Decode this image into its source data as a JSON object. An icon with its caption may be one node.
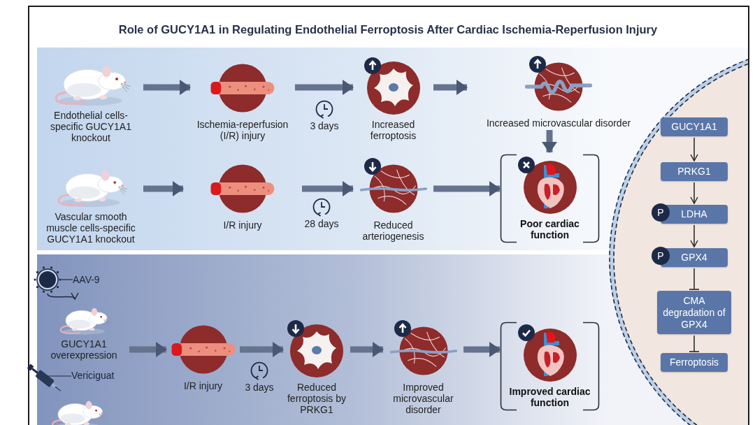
{
  "diagram": {
    "title": "Role of GUCY1A1 in Regulating Endothelial Ferroptosis After Cardiac Ischemia-Reperfusion Injury",
    "nodes": [
      {
        "text": [
          "Endothelial cells-specific GUCY1A1 knockout"
        ]
      },
      {
        "text": [
          "Ischemia-reperfusion (I/R) injury"
        ]
      },
      {
        "text": [
          "Increased ferroptosis"
        ]
      },
      {
        "text": [
          "Increased microvascular disorder"
        ]
      },
      {
        "text": [
          "Vascular smooth muscle cells-specific GUCY1A1 knockout"
        ]
      },
      {
        "text": [
          "I/R injury"
        ]
      },
      {
        "text": [
          "Reduced arteriogenesis"
        ]
      },
      {
        "text": [
          "Poor cardiac function"
        ]
      },
      {
        "text": [
          "AAV-9"
        ]
      },
      {
        "text": [
          "GUCY1A1 overexpression"
        ]
      },
      {
        "text": [
          "Vericiguat"
        ]
      },
      {
        "text": [
          "I/R injury"
        ]
      },
      {
        "text": [
          "Reduced ferroptosis by PRKG1"
        ]
      },
      {
        "text": [
          "Improved microvascular disorder"
        ]
      },
      {
        "text": [
          "Improved cardiac function"
        ]
      },
      {
        "text": [
          "GUCY1A1"
        ]
      },
      {
        "text": [
          "PRKG1"
        ]
      },
      {
        "text": [
          "LDHA"
        ]
      },
      {
        "text": [
          "GPX4"
        ]
      },
      {
        "text": [
          "CMA degradation of GPX4"
        ]
      },
      {
        "text": [
          "Ferroptosis"
        ]
      }
    ],
    "edges": [
      {
        "from": 0,
        "to": 1,
        "arrow": "to"
      },
      {
        "from": 1,
        "to": 2,
        "arrow": "to"
      },
      {
        "from": 2,
        "to": 3,
        "arrow": "to"
      },
      {
        "from": 3,
        "to": 7,
        "arrow": "to"
      },
      {
        "from": 4,
        "to": 5,
        "arrow": "to"
      },
      {
        "from": 5,
        "to": 6,
        "arrow": "to"
      },
      {
        "from": 6,
        "to": 7,
        "arrow": "to"
      },
      {
        "from": 8,
        "to": 9,
        "arrow": "to",
        "color": "#1d2a47"
      },
      {
        "from": 9,
        "to": 11,
        "arrow": "to"
      },
      {
        "from": 11,
        "to": 12,
        "arrow": "to"
      },
      {
        "from": 12,
        "to": 13,
        "arrow": "to"
      },
      {
        "from": 13,
        "to": 14,
        "arrow": "to"
      },
      {
        "from": 15,
        "to": 16,
        "arrow": "to",
        "color": "#222222"
      },
      {
        "from": 16,
        "to": 17,
        "arrow": "to",
        "color": "#222222"
      },
      {
        "from": 17,
        "to": 18,
        "arrow": "to",
        "color": "#222222"
      },
      {
        "from": 18,
        "to": 19,
        "arrow": "other",
        "color": "#222222"
      },
      {
        "from": 19,
        "to": 20,
        "arrow": "other",
        "color": "#222222"
      }
    ],
    "labels": [
      "3 days",
      "P",
      "28 days",
      "P",
      "3 days"
    ]
  }
}
